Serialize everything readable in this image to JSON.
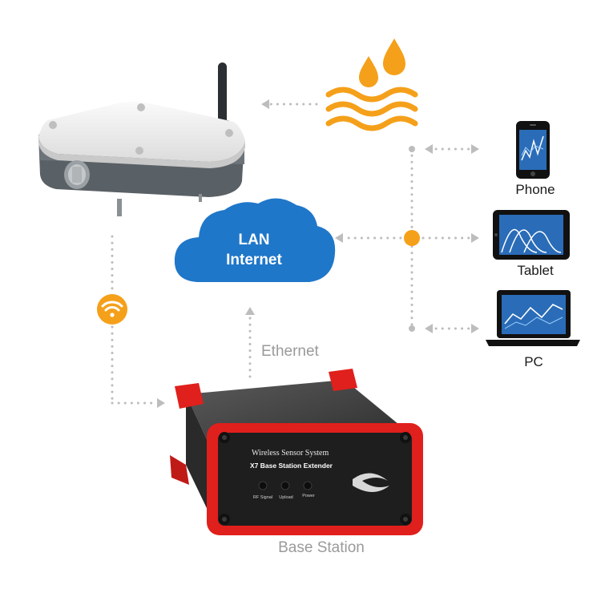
{
  "cloud": {
    "line1": "LAN",
    "line2": "Internet"
  },
  "labels": {
    "ethernet": "Ethernet",
    "base_station": "Base Station",
    "phone": "Phone",
    "tablet": "Tablet",
    "pc": "PC"
  },
  "base_station_panel": {
    "title": "Wireless Sensor System",
    "subtitle": "X7 Base Station Extender",
    "led_rf": "RF Signal",
    "led_upload": "Upload",
    "led_power": "Power"
  },
  "colors": {
    "accent_orange": "#f5a01a",
    "cloud_blue": "#1f77c9",
    "device_dark": "#1e2b33",
    "case_red": "#e0201c"
  },
  "icons": [
    "water-drops-icon",
    "wifi-icon",
    "cloud-icon",
    "phone-icon",
    "tablet-icon",
    "laptop-icon"
  ]
}
